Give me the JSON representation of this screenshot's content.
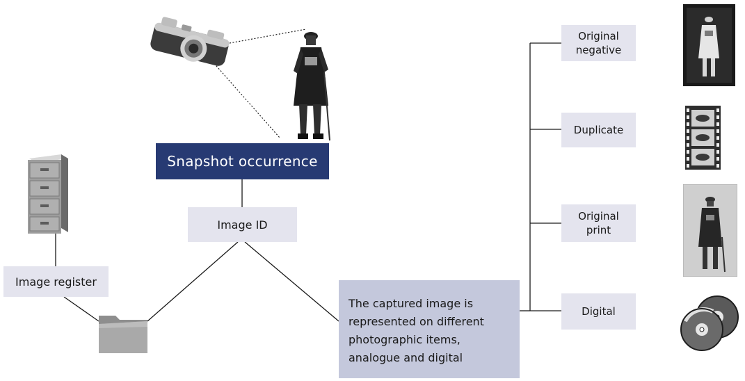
{
  "diagram": {
    "snapshot_label": "Snapshot occurrence",
    "image_id_label": "Image ID",
    "register_label": "Image register",
    "captured_lines": [
      "The captured image is",
      "represented on different",
      "photographic items,",
      "analogue and digital"
    ],
    "branches": {
      "original_negative": [
        "Original",
        "negative"
      ],
      "duplicate": "Duplicate",
      "original_print": [
        "Original",
        "print"
      ],
      "digital": "Digital"
    }
  },
  "colors": {
    "navy": "#273a73",
    "pale_box": "#e4e4ee",
    "blue_box": "#c4c8dc",
    "line": "#1a1a1a"
  },
  "illustrations": [
    "camera-icon",
    "photographer-figure",
    "filing-cabinet-icon",
    "folder-icon",
    "negative-photo",
    "film-strip-icon",
    "print-photo",
    "cd-discs-icon"
  ]
}
